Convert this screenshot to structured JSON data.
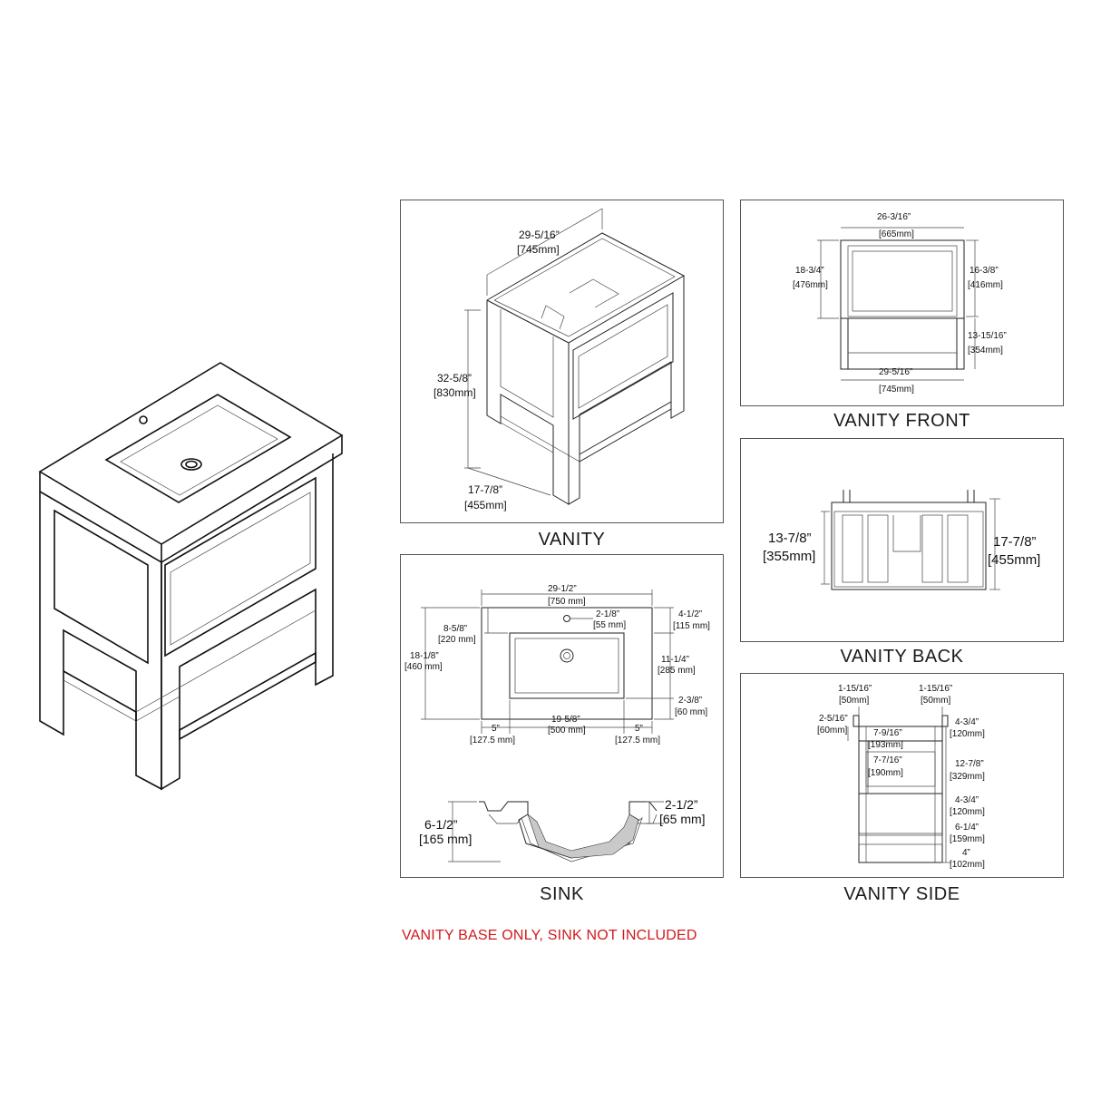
{
  "captions": {
    "vanity": "VANITY",
    "vanity_front": "VANITY FRONT",
    "vanity_back": "VANITY BACK",
    "sink": "SINK",
    "vanity_side": "VANITY SIDE"
  },
  "note": "VANITY BASE ONLY, SINK NOT INCLUDED",
  "vanity": {
    "width": "29-5/16”",
    "width_mm": "[745mm]",
    "height": "32-5/8”",
    "height_mm": "[830mm]",
    "depth": "17-7/8”",
    "depth_mm": "[455mm]"
  },
  "front": {
    "top_width": "26-3/16”",
    "top_width_mm": "[665mm]",
    "left_h": "18-3/4”",
    "left_h_mm": "[476mm]",
    "right_h": "16-3/8”",
    "right_h_mm": "[416mm]",
    "lower_h": "13-15/16”",
    "lower_h_mm": "[354mm]",
    "bottom_width": "29-5/16”",
    "bottom_width_mm": "[745mm]"
  },
  "back": {
    "left": "13-7/8”",
    "left_mm": "[355mm]",
    "right": "17-7/8”",
    "right_mm": "[455mm]"
  },
  "sink_top": {
    "width": "29-1/2”",
    "width_mm": "[750 mm]",
    "hole": "2-1/8”",
    "hole_mm": "[55 mm]",
    "top_off": "4-1/2”",
    "top_off_mm": "[115 mm]",
    "basin_off": "8-5/8”",
    "basin_off_mm": "[220 mm]",
    "depth": "18-1/8”",
    "depth_mm": "[460 mm]",
    "basin_depth": "11-1/4”",
    "basin_depth_mm": "[285 mm]",
    "front_off": "2-3/8”",
    "front_off_mm": "[60 mm]",
    "left_margin": "5”",
    "left_margin_mm": "[127.5 mm]",
    "basin_width": "19-5/8”",
    "basin_width_mm": "[500 mm]",
    "right_margin": "5”",
    "right_margin_mm": "[127.5 mm]"
  },
  "sink_section": {
    "total": "6-1/2”",
    "total_mm": "[165 mm]",
    "rim": "2-1/2”",
    "rim_mm": "[65 mm]"
  },
  "side": {
    "a": "1-15/16”",
    "a_mm": "[50mm]",
    "b": "1-15/16”",
    "b_mm": "[50mm]",
    "c": "2-5/16”",
    "c_mm": "[60mm]",
    "d": "7-9/16”",
    "d_mm": "[193mm]",
    "e": "7-7/16”",
    "e_mm": "[190mm]",
    "f": "4-3/4”",
    "f_mm": "[120mm]",
    "g": "12-7/8”",
    "g_mm": "[329mm]",
    "h": "4-3/4”",
    "h_mm": "[120mm]",
    "i": "6-1/4”",
    "i_mm": "[159mm]",
    "j": "4”",
    "j_mm": "[102mm]"
  }
}
